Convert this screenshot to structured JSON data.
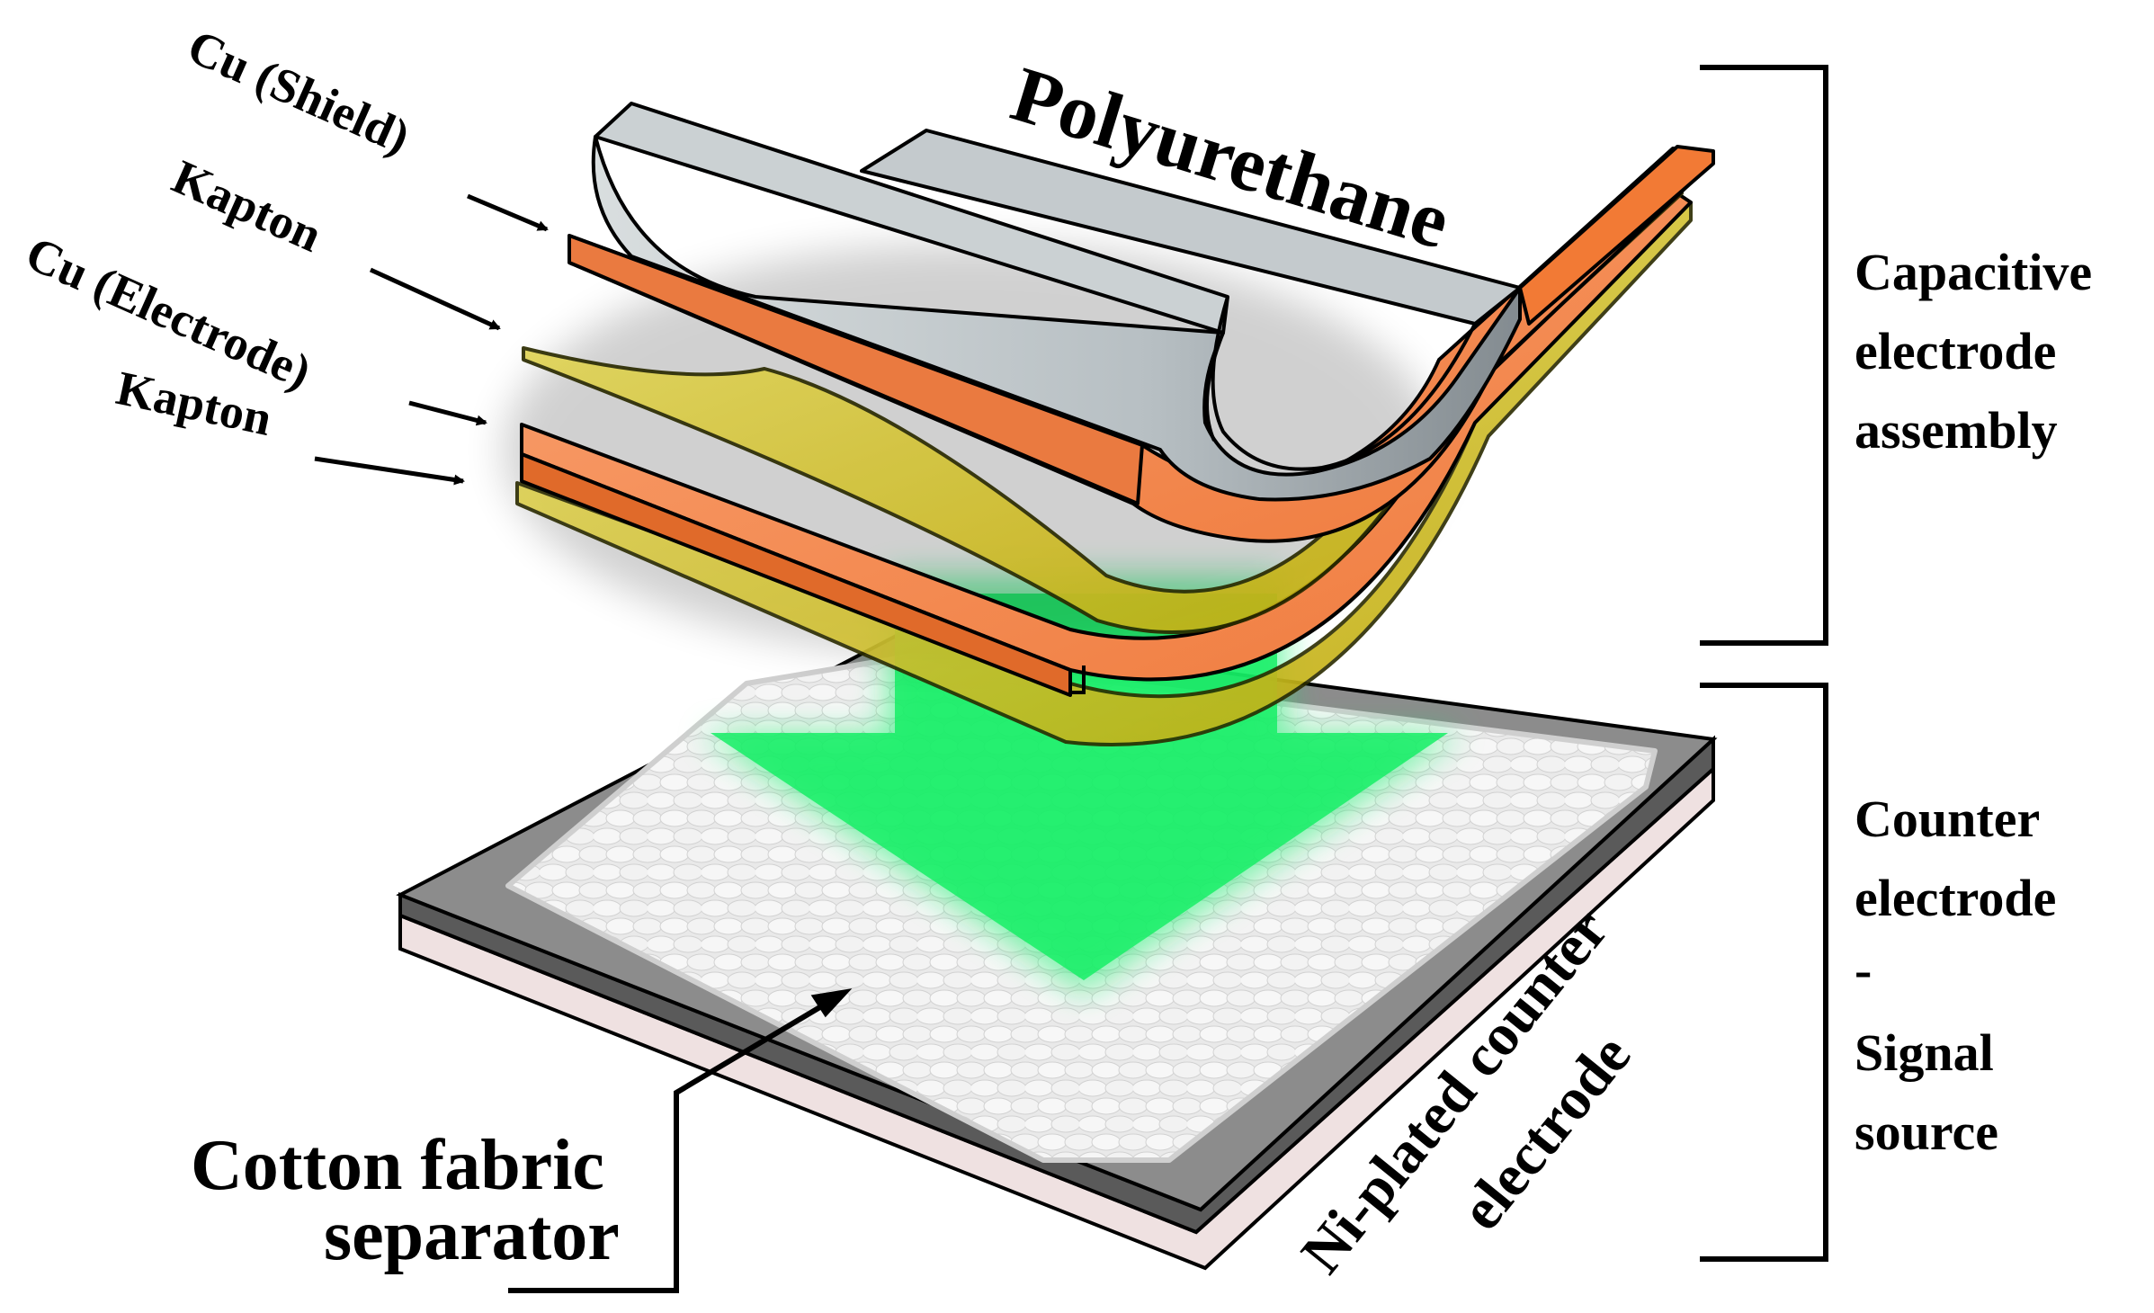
{
  "labels": {
    "cu_shield": "Cu (Shield)",
    "kapton_top": "Kapton",
    "cu_electrode": "Cu (Electrode)",
    "kapton_bottom": "Kapton",
    "polyurethane": "Polyurethane",
    "capacitive_line1": "Capacitive",
    "capacitive_line2": "electrode",
    "capacitive_line3": "assembly",
    "counter_line1": "Counter",
    "counter_line2": "electrode",
    "counter_line3": "-",
    "counter_line4": "Signal",
    "counter_line5": "source",
    "cotton_line1": "Cotton fabric",
    "cotton_line2": "separator",
    "ni_line1": "Ni-plated counter",
    "ni_line2": "electrode"
  },
  "colors": {
    "copper": "#f5874a",
    "copper_dark": "#d9652c",
    "kapton": "#c8b400",
    "kapton_light": "#e6dc5a",
    "polyurethane": "#b4bcc0",
    "polyurethane_dark": "#7f878c",
    "arrow_green": "#19f06a",
    "fabric": "#ededed",
    "fabric_base": "#8a8a8a",
    "substrate": "#efe1e1"
  }
}
